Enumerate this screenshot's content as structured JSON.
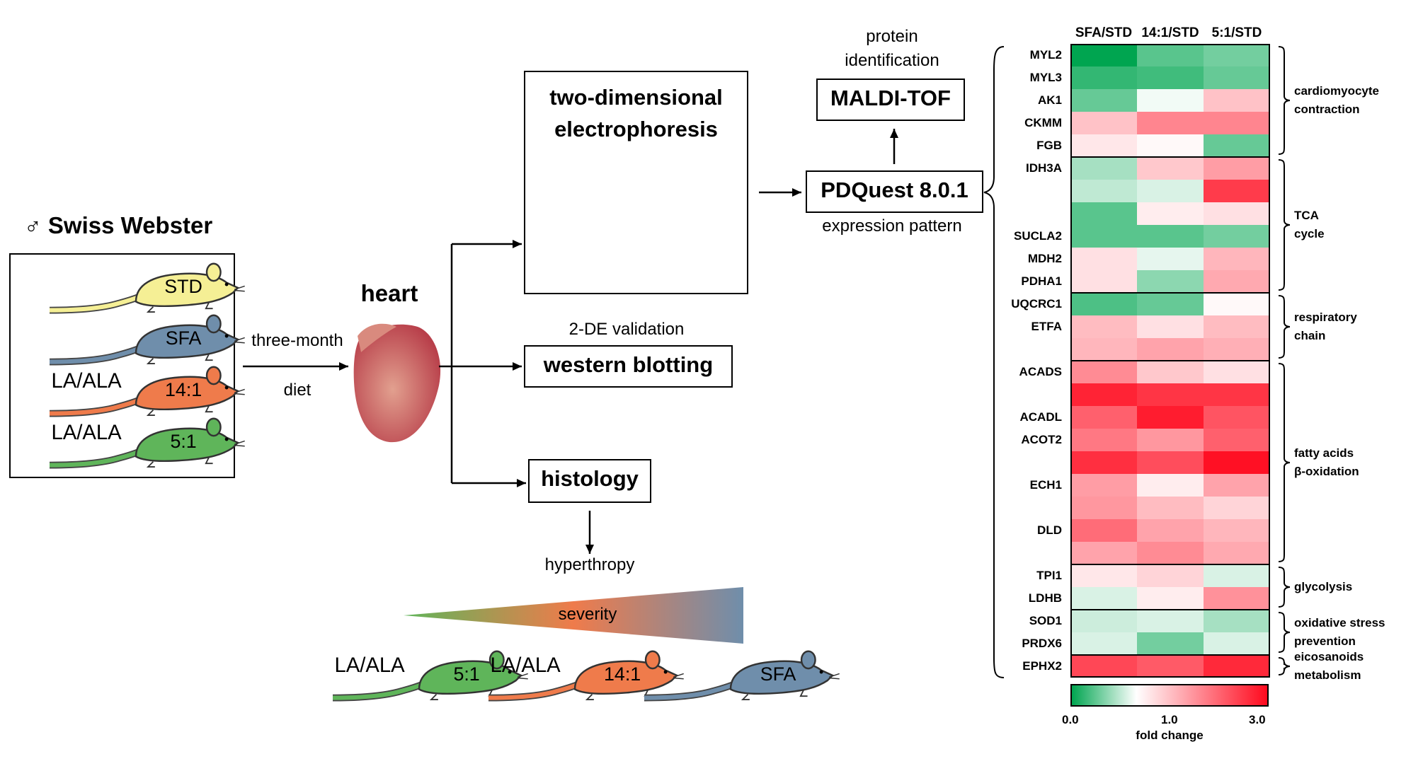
{
  "strain": {
    "symbol": "♂",
    "name": "Swiss Webster"
  },
  "diet_groups": [
    {
      "prefix": "",
      "label": "STD",
      "color": "#f5ef95"
    },
    {
      "prefix": "",
      "label": "SFA",
      "color": "#6f8eab"
    },
    {
      "prefix": "LA/ALA",
      "label": "14:1",
      "color": "#ef7b4b"
    },
    {
      "prefix": "LA/ALA",
      "label": "5:1",
      "color": "#5fb55a"
    }
  ],
  "diet_arrow": {
    "top": "three-month",
    "bottom": "diet"
  },
  "heart_label": "heart",
  "electrophoresis": {
    "title_line1": "two-dimensional",
    "title_line2": "electrophoresis"
  },
  "validation_label": "2-DE validation",
  "western": "western blotting",
  "histology": "histology",
  "hypertrophy_label": "hyperthropy",
  "severity_label": "severity",
  "severity_mice": [
    {
      "prefix": "LA/ALA",
      "label": "5:1",
      "color": "#5fb55a"
    },
    {
      "prefix": "LA/ALA",
      "label": "14:1",
      "color": "#ef7b4b"
    },
    {
      "prefix": "",
      "label": "SFA",
      "color": "#6f8eab"
    }
  ],
  "pdquest": {
    "title": "PDQuest 8.0.1",
    "caption": "expression pattern"
  },
  "maldi": {
    "title": "MALDI-TOF",
    "caption_line1": "protein",
    "caption_line2": "identification"
  },
  "heatmap": {
    "columns": [
      "SFA/STD",
      "14:1/STD",
      "5:1/STD"
    ],
    "rows": [
      {
        "gene": "MYL2",
        "values": [
          0.0,
          0.35,
          0.45
        ]
      },
      {
        "gene": "MYL3",
        "values": [
          0.2,
          0.25,
          0.4
        ]
      },
      {
        "gene": "AK1",
        "values": [
          0.4,
          0.95,
          1.5
        ]
      },
      {
        "gene": "CKMM",
        "values": [
          1.5,
          2.0,
          2.0
        ]
      },
      {
        "gene": "FGB",
        "values": [
          1.2,
          1.05,
          0.4
        ]
      },
      {
        "gene": "IDH3A",
        "values": [
          0.65,
          1.45,
          1.8
        ]
      },
      {
        "gene": "",
        "values": [
          0.75,
          0.85,
          2.6
        ]
      },
      {
        "gene": "",
        "values": [
          0.35,
          1.15,
          1.25
        ]
      },
      {
        "gene": "SUCLA2",
        "values": [
          0.35,
          0.35,
          0.45
        ]
      },
      {
        "gene": "MDH2",
        "values": [
          1.25,
          0.9,
          1.6
        ]
      },
      {
        "gene": "PDHA1",
        "values": [
          1.25,
          0.55,
          1.7
        ]
      },
      {
        "gene": "UQCRC1",
        "values": [
          0.3,
          0.4,
          1.05
        ]
      },
      {
        "gene": "ETFA",
        "values": [
          1.55,
          1.25,
          1.55
        ]
      },
      {
        "gene": "",
        "values": [
          1.6,
          1.75,
          1.65
        ]
      },
      {
        "gene": "ACADS",
        "values": [
          1.95,
          1.45,
          1.25
        ]
      },
      {
        "gene": "",
        "values": [
          2.8,
          2.65,
          2.65
        ]
      },
      {
        "gene": "ACADL",
        "values": [
          2.3,
          2.85,
          2.4
        ]
      },
      {
        "gene": "ACOT2",
        "values": [
          2.1,
          1.85,
          2.3
        ]
      },
      {
        "gene": "",
        "values": [
          2.7,
          2.45,
          2.95
        ]
      },
      {
        "gene": "ECH1",
        "values": [
          1.8,
          1.15,
          1.75
        ]
      },
      {
        "gene": "",
        "values": [
          1.85,
          1.55,
          1.35
        ]
      },
      {
        "gene": "DLD",
        "values": [
          2.2,
          1.75,
          1.6
        ]
      },
      {
        "gene": "",
        "values": [
          1.75,
          1.95,
          1.7
        ]
      },
      {
        "gene": "TPI1",
        "values": [
          1.2,
          1.35,
          0.85
        ]
      },
      {
        "gene": "LDHB",
        "values": [
          0.85,
          1.15,
          1.9
        ]
      },
      {
        "gene": "SOD1",
        "values": [
          0.8,
          0.85,
          0.65
        ]
      },
      {
        "gene": "PRDX6",
        "values": [
          0.85,
          0.45,
          0.85
        ]
      },
      {
        "gene": "EPHX2",
        "values": [
          2.5,
          2.35,
          2.75
        ]
      }
    ],
    "groups": [
      {
        "line1": "cardiomyocyte",
        "line2": "contraction",
        "start": 0,
        "end": 4
      },
      {
        "line1": "TCA",
        "line2": "cycle",
        "start": 5,
        "end": 10
      },
      {
        "line1": "respiratory",
        "line2": "chain",
        "start": 11,
        "end": 13
      },
      {
        "line1": "fatty acids",
        "line2": "β-oxidation",
        "start": 14,
        "end": 22
      },
      {
        "line1": "glycolysis",
        "line2": "",
        "start": 23,
        "end": 24
      },
      {
        "line1": "oxidative stress",
        "line2": "prevention",
        "start": 25,
        "end": 26
      },
      {
        "line1": "eicosanoids",
        "line2": "metabolism",
        "start": 27,
        "end": 27
      }
    ],
    "colorbar": {
      "min": "0.0",
      "mid": "1.0",
      "max": "3.0",
      "label": "fold change",
      "low_color": "#00a550",
      "mid_color": "#ffffff",
      "high_color": "#ff0a1e"
    }
  }
}
